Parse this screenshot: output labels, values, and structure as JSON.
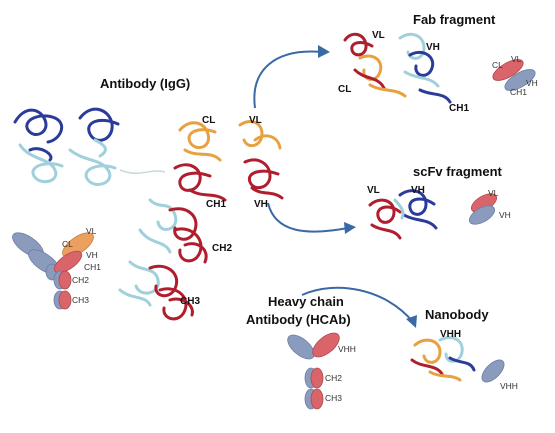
{
  "titles": {
    "igg": "Antibody (IgG)",
    "fab": "Fab fragment",
    "scfv": "scFv fragment",
    "hcab_line1": "Heavy chain",
    "hcab_line2": "Antibody (HCAb)",
    "nanobody": "Nanobody"
  },
  "igg_structure_labels": {
    "cl": "CL",
    "vl": "VL",
    "ch1": "CH1",
    "vh": "VH",
    "ch2": "CH2",
    "ch3": "CH3"
  },
  "igg_schematic_labels": {
    "cl": "CL",
    "vl": "VL",
    "vh": "VH",
    "ch1": "CH1",
    "ch2": "CH2",
    "ch3": "CH3"
  },
  "fab_structure_labels": {
    "vl": "VL",
    "vh": "VH",
    "cl": "CL",
    "ch1": "CH1"
  },
  "fab_schematic_labels": {
    "cl": "CL",
    "vl": "VL",
    "vh": "VH",
    "ch1": "CH1"
  },
  "scfv_structure_labels": {
    "vl": "VL",
    "vh": "VH"
  },
  "scfv_schematic_labels": {
    "vl": "VL",
    "vh": "VH"
  },
  "hcab_schematic_labels": {
    "vhh": "VHH",
    "ch2": "CH2",
    "ch3": "CH3"
  },
  "nanobody_structure_labels": {
    "vhh": "VHH"
  },
  "nanobody_schematic_labels": {
    "vhh": "VHH"
  },
  "colors": {
    "heavy_chain_dark": "#b01e2e",
    "heavy_chain_blue": "#2a3b9a",
    "light_chain": "#e8a040",
    "light_blue": "#9fd0dc",
    "arrow": "#3a6aa6",
    "schematic_grey": "#8a9bbd",
    "schematic_red": "#d9646a",
    "schematic_orange": "#eba060"
  }
}
